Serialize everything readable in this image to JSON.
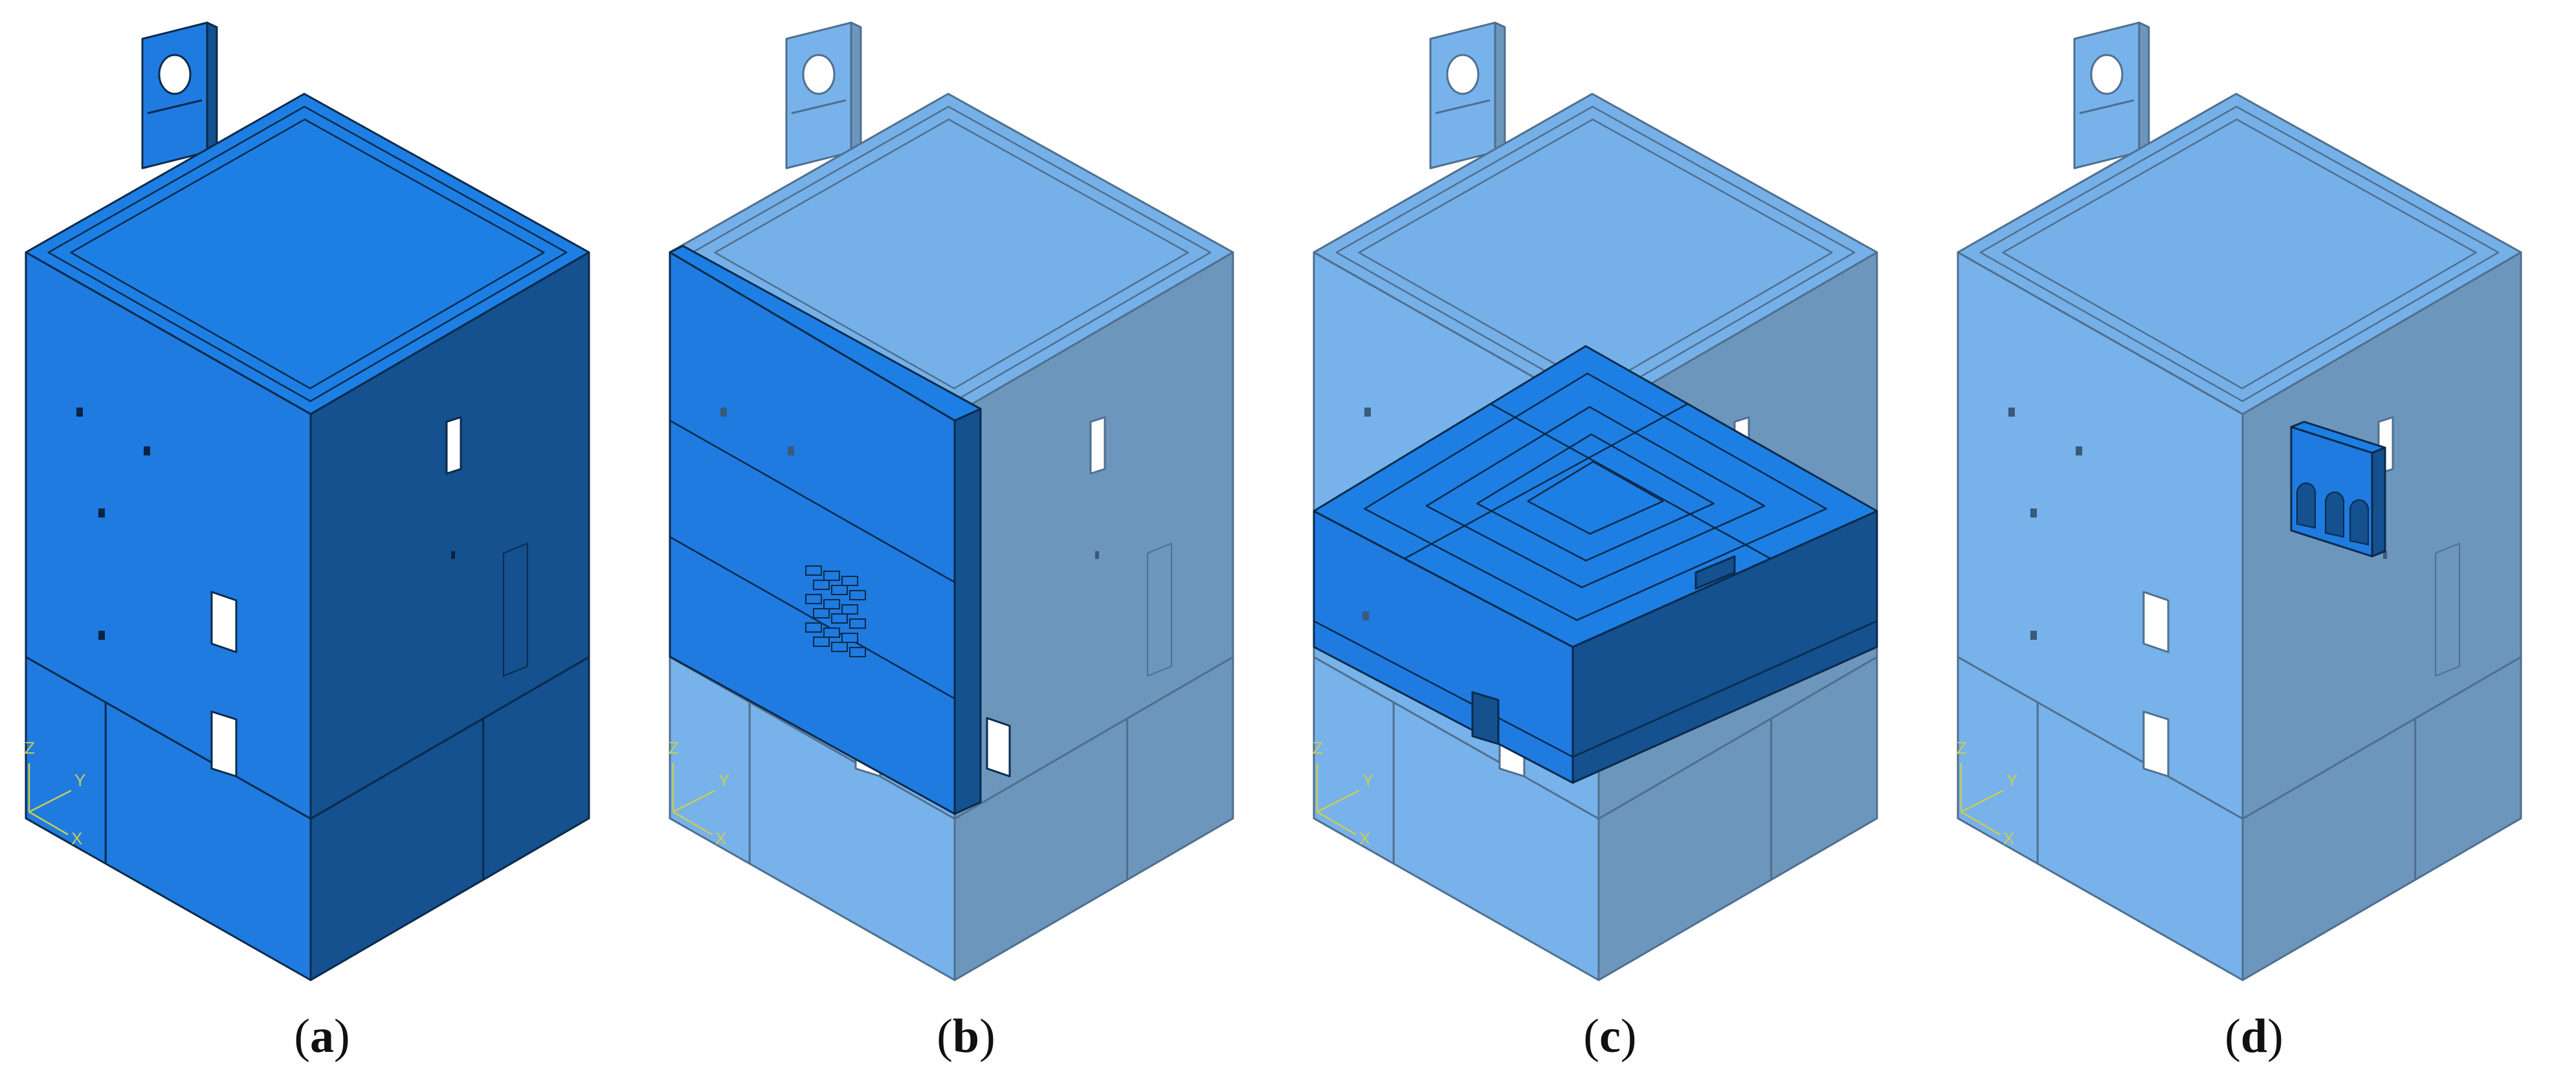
{
  "figure": {
    "panels": [
      {
        "id": "a",
        "caption_open": "(",
        "caption_letter": "a",
        "caption_close": ")",
        "highlight": "full"
      },
      {
        "id": "b",
        "caption_open": "(",
        "caption_letter": "b",
        "caption_close": ")",
        "highlight": "wall"
      },
      {
        "id": "c",
        "caption_open": "(",
        "caption_letter": "c",
        "caption_close": ")",
        "highlight": "floor"
      },
      {
        "id": "d",
        "caption_open": "(",
        "caption_letter": "d",
        "caption_close": ")",
        "highlight": "arches"
      }
    ],
    "triad": {
      "z": "Z",
      "y": "Y",
      "x": "X"
    },
    "colors": {
      "solid_left": "#1f7be0",
      "solid_right": "#15508f",
      "solid_top": "#1d7fe4",
      "ghost_left": "#78b2ea",
      "ghost_right": "#6d96bd",
      "ghost_top": "#76b0e8",
      "edge": "#0a2a4a",
      "ghost_edge": "#4f6f8f",
      "triad": "#c9cc55"
    }
  }
}
